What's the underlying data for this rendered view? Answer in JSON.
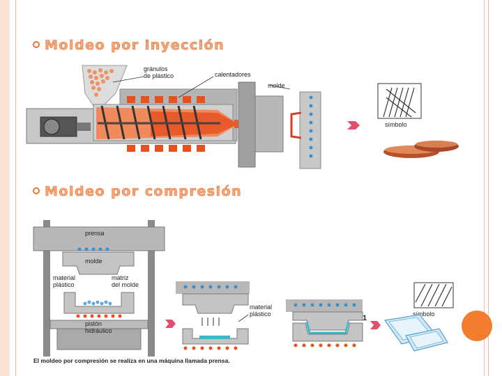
{
  "sections": {
    "injection": {
      "title": "Moldeo por inyección",
      "labels": {
        "granules_line1": "gránulos",
        "granules_line2": "de plástico",
        "heaters": "calentadores",
        "mold": "molde",
        "symbol": "símbolo"
      }
    },
    "compression": {
      "title": "Moldeo por compresión",
      "labels": {
        "press": "prensa",
        "mold": "molde",
        "material_line1": "material",
        "material_line2": "plástico",
        "die_line1": "matriz",
        "die_line2": "del molde",
        "piston_line1": "pistón",
        "piston_line2": "hidráulico",
        "material2_line1": "material",
        "material2_line2": "plástico",
        "step_number": "1",
        "symbol": "símbolo"
      },
      "caption": "El moldeo por compresión se realiza en una máquina llamada prensa."
    }
  },
  "colors": {
    "accent": "#e8762b",
    "heading_fill": "#f7a57a",
    "frame_gray": "#9a9a9a",
    "heated_plastic": "#e85a2a",
    "cooling_blue": "#3a8fd0",
    "heater_orange": "#e8501e",
    "product_terracotta": "#b8502a"
  }
}
